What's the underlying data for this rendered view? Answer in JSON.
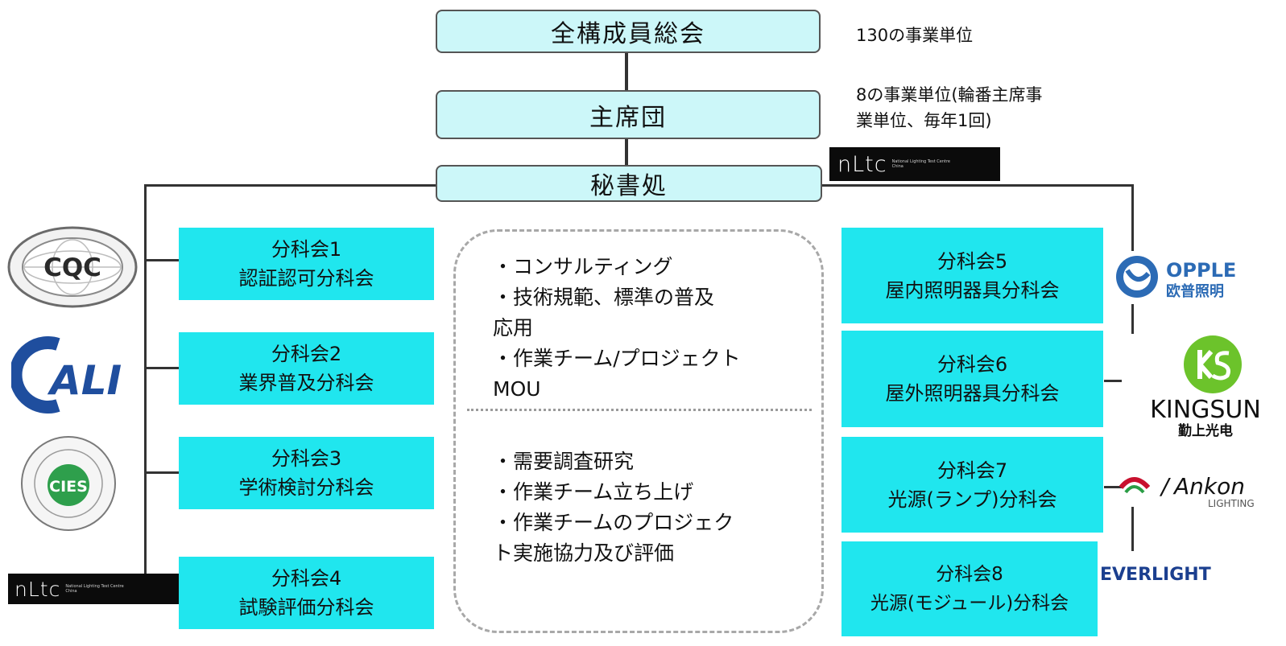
{
  "top": {
    "general_assembly": "全構成員総会",
    "presidium": "主席団",
    "secretariat": "秘書処"
  },
  "notes": {
    "general_assembly": "130の事業単位",
    "presidium_line1": "8の事業単位(輪番主席事",
    "presidium_line2": "業単位、毎年1回)"
  },
  "subcommittees": [
    {
      "name": "分科会1",
      "desc": "認証認可分科会"
    },
    {
      "name": "分科会2",
      "desc": "業界普及分科会"
    },
    {
      "name": "分科会3",
      "desc": "学術検討分科会"
    },
    {
      "name": "分科会4",
      "desc": "試験評価分科会"
    },
    {
      "name": "分科会5",
      "desc": "屋内照明器具分科会"
    },
    {
      "name": "分科会6",
      "desc": "屋外照明器具分科会"
    },
    {
      "name": "分科会7",
      "desc": "光源(ランプ)分科会"
    },
    {
      "name": "分科会8",
      "desc": "光源(モジュール)分科会"
    }
  ],
  "center": {
    "upper": [
      "・コンサルティング",
      "・技術規範、標準の普及",
      "応用",
      "・作業チーム/プロジェクト",
      "MOU"
    ],
    "lower": [
      "・需要調査研究",
      "・作業チーム立ち上げ",
      "・作業チームのプロジェク",
      "ト実施協力及び評価"
    ]
  },
  "logos": {
    "nltc_mark": "nLtc",
    "nltc_small_1": "National Lighting Test Centre",
    "nltc_small_2": "China",
    "cqc": "CQC",
    "cali": "ALI",
    "cies": "CIES",
    "opple_1": "OPPLE",
    "opple_2": "欧普照明",
    "kingsun_1": "KINGSUN",
    "kingsun_2": "勤上光电",
    "yankon_1": "Ankon",
    "yankon_2": "LIGHTING",
    "everlight": "EVERLIGHT"
  },
  "colors": {
    "top_box_fill": "#ccf7f9",
    "sub_box_fill": "#20e6ee",
    "line": "#333333",
    "center_border": "#a8a8a8",
    "kingsun_green": "#6cc32b",
    "opple_blue": "#2c6bb5",
    "yankon_red": "#c8102e",
    "everlight_blue": "#1b3f8f"
  }
}
